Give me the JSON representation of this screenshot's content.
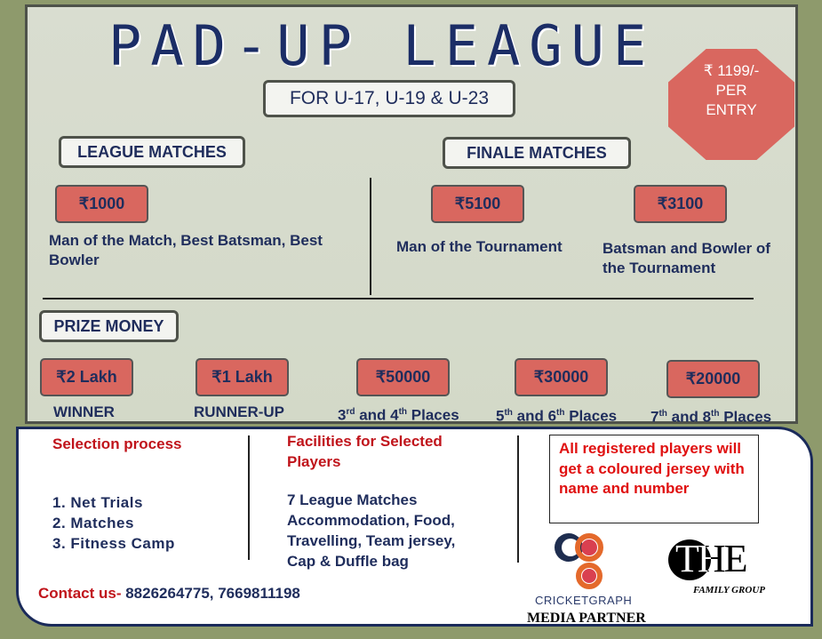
{
  "title": "PAD-UP LEAGUE",
  "subtitle": "FOR  U-17, U-19 & U-23",
  "entry_fee": {
    "amount": "₹ 1199/-",
    "line2": "PER",
    "line3": "ENTRY"
  },
  "league": {
    "heading": "LEAGUE MATCHES",
    "prize": "₹1000",
    "desc": "Man of the Match, Best Batsman, Best Bowler"
  },
  "finale": {
    "heading": "FINALE MATCHES",
    "prizes": [
      {
        "amount": "₹5100",
        "desc": "Man of the Tournament"
      },
      {
        "amount": "₹3100",
        "desc": "Batsman and Bowler of the Tournament"
      }
    ]
  },
  "prize_money": {
    "heading": "PRIZE MONEY",
    "items": [
      {
        "amount": "₹2 Lakh",
        "label": "WINNER"
      },
      {
        "amount": "₹1 Lakh",
        "label": "RUNNER-UP"
      },
      {
        "amount": "₹50000",
        "a": "3",
        "b": "rd",
        "c": " and 4",
        "d": "th",
        "e": " Places"
      },
      {
        "amount": "₹30000",
        "a": "5",
        "b": "th",
        "c": " and 6",
        "d": "th",
        "e": " Places"
      },
      {
        "amount": "₹20000",
        "a": "7",
        "b": "th",
        "c": " and 8",
        "d": "th",
        "e": " Places"
      }
    ]
  },
  "selection": {
    "heading": "Selection process",
    "steps": [
      "1. Net Trials",
      "2. Matches",
      "3. Fitness Camp"
    ]
  },
  "facilities": {
    "heading": "Facilities for Selected Players",
    "text": "7 League Matches Accommodation, Food, Travelling, Team jersey, Cap & Duffle bag"
  },
  "jersey_note": "All registered players will get a coloured jersey with name and number",
  "contact": {
    "label": "Contact us-",
    "numbers": " 8826264775, 7669811198"
  },
  "logos": {
    "cricketgraph": "CRICKETGRAPH",
    "media_partner": "MEDIA PARTNER",
    "the": "THE",
    "family_group": "FAMILY GROUP"
  }
}
